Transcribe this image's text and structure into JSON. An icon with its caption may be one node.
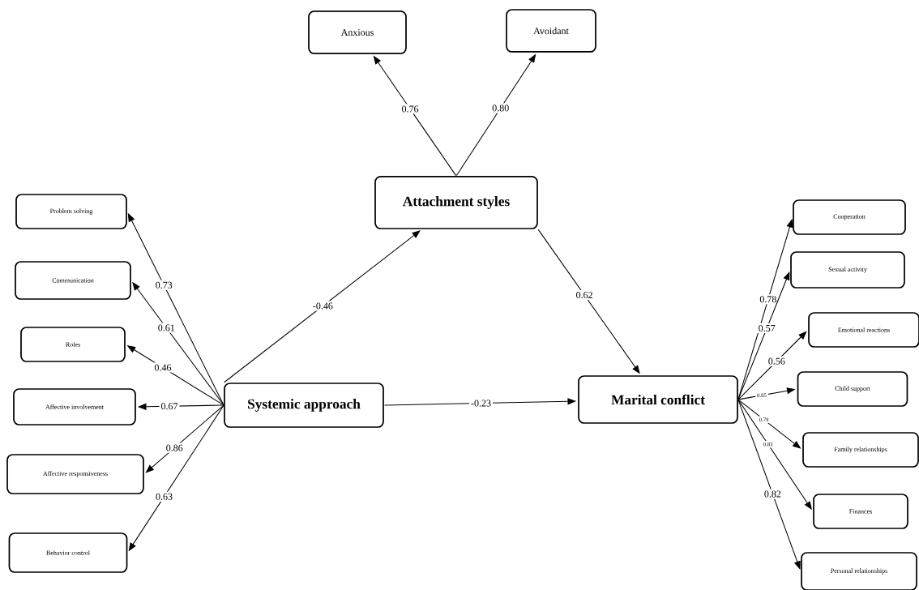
{
  "diagram": {
    "nodes": [
      {
        "text": [
          "Attachment styles"
        ]
      },
      {
        "text": [
          "Anxious"
        ]
      },
      {
        "text": [
          "Avoidant"
        ]
      },
      {
        "text": [
          "Systemic approach"
        ]
      },
      {
        "text": [
          "Marital conflict"
        ]
      },
      {
        "text": [
          "Problem solving"
        ]
      },
      {
        "text": [
          "Communication"
        ]
      },
      {
        "text": [
          "Roles"
        ]
      },
      {
        "text": [
          "Affective involvement"
        ]
      },
      {
        "text": [
          "Affective responsiveness"
        ]
      },
      {
        "text": [
          "Behavior control"
        ]
      },
      {
        "text": [
          "Cooperation"
        ]
      },
      {
        "text": [
          "Sexual activity"
        ]
      },
      {
        "text": [
          "Emotional reactions"
        ]
      },
      {
        "text": [
          "Child support"
        ]
      },
      {
        "text": [
          "Family relationships"
        ]
      },
      {
        "text": [
          "Finances"
        ]
      },
      {
        "text": [
          "Personal relationships"
        ]
      }
    ],
    "edges": [
      {
        "from": 0,
        "to": 1,
        "arrow": "to",
        "label": "0.76"
      },
      {
        "from": 0,
        "to": 2,
        "arrow": "to",
        "label": "0.80"
      },
      {
        "from": 3,
        "to": 0,
        "arrow": "to",
        "label": "-0.46"
      },
      {
        "from": 0,
        "to": 4,
        "arrow": "to",
        "label": "0.62"
      },
      {
        "from": 3,
        "to": 4,
        "arrow": "to",
        "label": "-0.23"
      },
      {
        "from": 3,
        "to": 5,
        "arrow": "to",
        "label": "0.73"
      },
      {
        "from": 3,
        "to": 6,
        "arrow": "to",
        "label": "0.61"
      },
      {
        "from": 3,
        "to": 7,
        "arrow": "to",
        "label": "0.46"
      },
      {
        "from": 3,
        "to": 8,
        "arrow": "to",
        "label": "0.67"
      },
      {
        "from": 3,
        "to": 9,
        "arrow": "to",
        "label": "0.86"
      },
      {
        "from": 3,
        "to": 10,
        "arrow": "to",
        "label": "0.63"
      },
      {
        "from": 4,
        "to": 11,
        "arrow": "to",
        "label": "0.78"
      },
      {
        "from": 4,
        "to": 12,
        "arrow": "to",
        "label": "0.57"
      },
      {
        "from": 4,
        "to": 13,
        "arrow": "to",
        "label": "0.56"
      },
      {
        "from": 4,
        "to": 14,
        "arrow": "to",
        "label": "0.85"
      },
      {
        "from": 4,
        "to": 15,
        "arrow": "to",
        "label": "0.79"
      },
      {
        "from": 4,
        "to": 16,
        "arrow": "to",
        "label": "0.82"
      },
      {
        "from": 4,
        "to": 17,
        "arrow": "to",
        "label": "0.82"
      }
    ]
  }
}
